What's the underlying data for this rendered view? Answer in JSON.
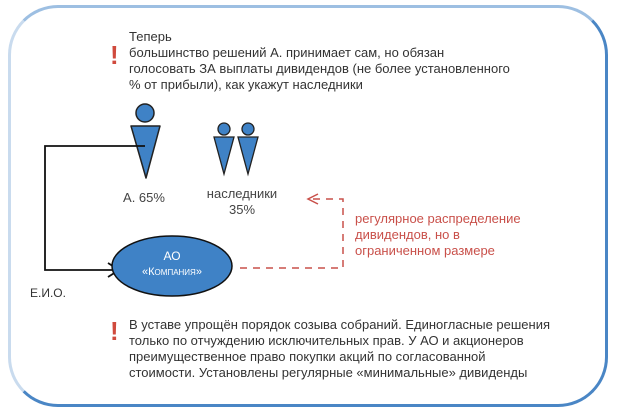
{
  "top_note": {
    "icon": "exclamation-icon",
    "line1": "Теперь",
    "line2": "большинство решений А. принимает сам, но обязан",
    "line3": "голосовать ЗА выплаты дивидендов (не более установленного",
    "line4": "% от прибыли), как укажут наследники"
  },
  "owner": {
    "label": "А. 65%"
  },
  "heirs": {
    "label1": "наследники",
    "label2": "35%"
  },
  "company": {
    "line1": "АО",
    "line2": "«Компания»"
  },
  "eio_label": "Е.И.О.",
  "dividend_note": {
    "line1": "регулярное распределение",
    "line2": "дивидендов, но в",
    "line3": "ограниченном размере"
  },
  "bottom_note": {
    "icon": "exclamation-icon",
    "line1": "В уставе упрощён порядок созыва собраний. Единогласные решения",
    "line2": "только по отчуждению исключительных прав. У АО и акционеров",
    "line3": "преимущественное право покупки акций по согласованной",
    "line4": "стоимости. Установлены регулярные «минимальные» дивиденды"
  },
  "colors": {
    "accent_blue": "#3f82c6",
    "red": "#c9504a",
    "frame": "#4a86c5"
  }
}
